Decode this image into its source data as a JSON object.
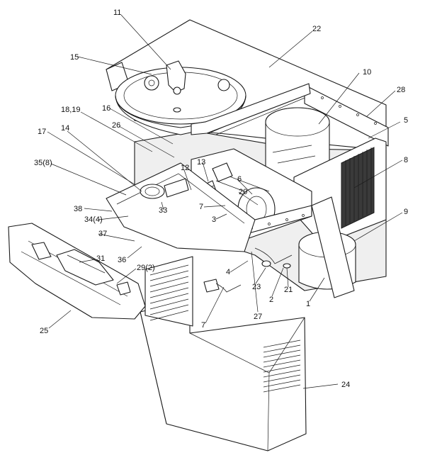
{
  "diagram": {
    "type": "exploded-parts-view",
    "callouts": [
      {
        "id": "c-11",
        "label": "11"
      },
      {
        "id": "c-22",
        "label": "22"
      },
      {
        "id": "c-15",
        "label": "15"
      },
      {
        "id": "c-10",
        "label": "10"
      },
      {
        "id": "c-28",
        "label": "28"
      },
      {
        "id": "c-18-19",
        "label": "18,19"
      },
      {
        "id": "c-16",
        "label": "16"
      },
      {
        "id": "c-5",
        "label": "5"
      },
      {
        "id": "c-17",
        "label": "17"
      },
      {
        "id": "c-14",
        "label": "14"
      },
      {
        "id": "c-26",
        "label": "26"
      },
      {
        "id": "c-8",
        "label": "8"
      },
      {
        "id": "c-35-8",
        "label": "35(8)"
      },
      {
        "id": "c-12",
        "label": "12"
      },
      {
        "id": "c-13",
        "label": "13"
      },
      {
        "id": "c-6",
        "label": "6"
      },
      {
        "id": "c-20",
        "label": "20"
      },
      {
        "id": "c-38",
        "label": "38"
      },
      {
        "id": "c-33",
        "label": "33"
      },
      {
        "id": "c-7a",
        "label": "7"
      },
      {
        "id": "c-34-4",
        "label": "34(4)"
      },
      {
        "id": "c-3",
        "label": "3"
      },
      {
        "id": "c-9",
        "label": "9"
      },
      {
        "id": "c-37",
        "label": "37"
      },
      {
        "id": "c-31",
        "label": "31"
      },
      {
        "id": "c-36",
        "label": "36"
      },
      {
        "id": "c-29-2",
        "label": "29(2)"
      },
      {
        "id": "c-4",
        "label": "4"
      },
      {
        "id": "c-23",
        "label": "23"
      },
      {
        "id": "c-21",
        "label": "21"
      },
      {
        "id": "c-2",
        "label": "2"
      },
      {
        "id": "c-1",
        "label": "1"
      },
      {
        "id": "c-27",
        "label": "27"
      },
      {
        "id": "c-25",
        "label": "25"
      },
      {
        "id": "c-7b",
        "label": "7"
      },
      {
        "id": "c-24",
        "label": "24"
      }
    ]
  }
}
